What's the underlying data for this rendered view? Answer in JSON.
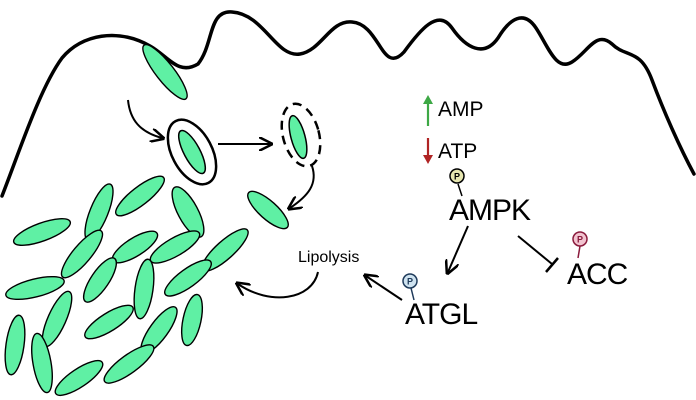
{
  "labels": {
    "amp": "AMP",
    "atp": "ATP",
    "ampk": "AMPK",
    "acc": "ACC",
    "atgl": "ATGL",
    "lipolysis": "Lipolysis",
    "phospho": "P"
  },
  "colors": {
    "lipid_droplet_fill": "#5ff0a4",
    "up_arrow": "#3da845",
    "down_arrow": "#b02424",
    "ampk_phospho_fill": "#e6e6b0",
    "acc_phospho_fill": "#f2c4d0",
    "acc_phospho_stroke": "#8a1a3c",
    "atgl_phospho_fill": "#cfe3f0",
    "atgl_phospho_stroke": "#1e3a5a"
  },
  "icons": {
    "amp_indicator": "up-arrow-icon",
    "atp_indicator": "down-arrow-icon",
    "phosphorylation": "phospho-circle-icon"
  }
}
